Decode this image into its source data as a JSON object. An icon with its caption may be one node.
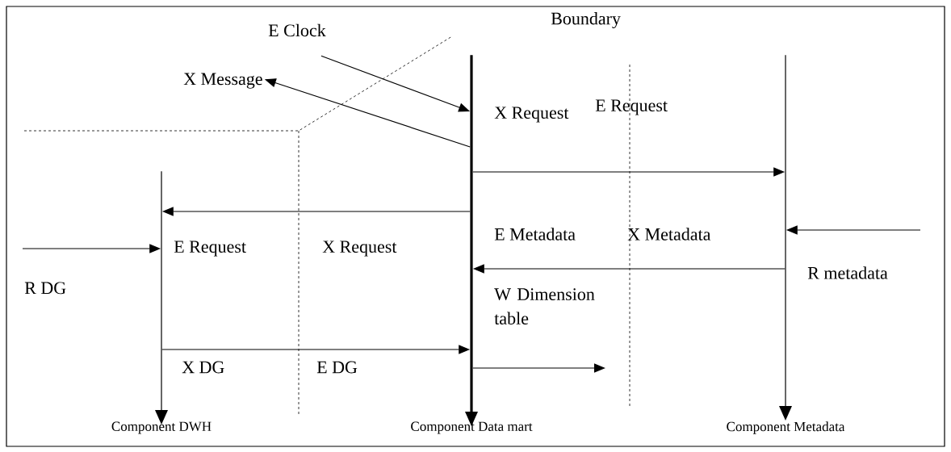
{
  "diagram": {
    "nodes": [
      {
        "text": [
          "E Clock"
        ]
      },
      {
        "text": [
          "X Message"
        ]
      },
      {
        "text": [
          "R DG"
        ]
      },
      {
        "text": [],
        "shape": "bar",
        "beside": [
          "Component DWH"
        ]
      },
      {
        "text": [],
        "shape": "bar",
        "beside": [
          "Component Data mart"
        ]
      },
      {
        "text": [],
        "shape": "bar",
        "beside": [
          "Component Metadata"
        ]
      }
    ],
    "edges": [
      {
        "from": 0,
        "to": 4,
        "arrow": "to"
      },
      {
        "from": 4,
        "to": 1,
        "arrow": "to"
      },
      {
        "from": 4,
        "to": 5,
        "arrow": "to"
      },
      {
        "from": 4,
        "to": 3,
        "arrow": "to"
      },
      {
        "from": 2,
        "to": 3,
        "arrow": "to"
      },
      {
        "from": null,
        "to": 5,
        "arrow": "to"
      },
      {
        "from": 5,
        "to": 4,
        "arrow": "to"
      },
      {
        "from": 3,
        "to": 4,
        "arrow": "to"
      },
      {
        "from": 4,
        "to": null,
        "arrow": "to"
      }
    ],
    "labels": [
      "Boundary",
      "X Request",
      "E Request",
      "E Request",
      "X Request",
      "E Metadata",
      "X Metadata",
      "R metadata",
      "W Dimension table",
      "X DG",
      "E DG"
    ]
  }
}
